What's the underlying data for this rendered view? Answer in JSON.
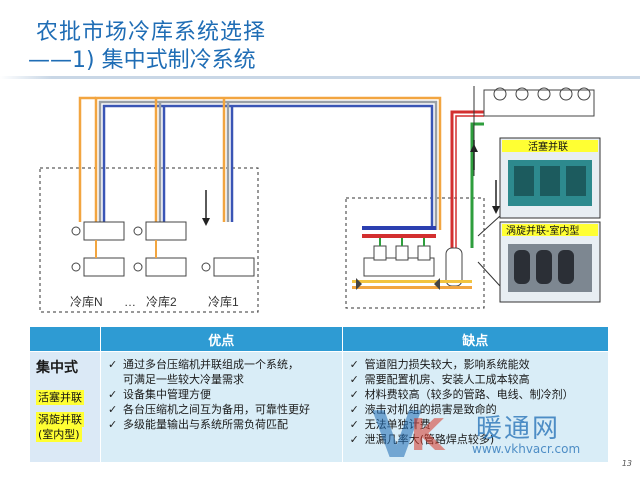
{
  "title": {
    "line1": "农批市场冷库系统选择",
    "line2": "——1) 集中式制冷系统"
  },
  "diagram": {
    "rooms": [
      "冷库N",
      "…",
      "冷库2",
      "冷库1"
    ],
    "photo_labels": [
      "活塞并联",
      "涡旋并联-室内型"
    ]
  },
  "table": {
    "headers": [
      "优点",
      "缺点"
    ],
    "row_label": "集中式",
    "row_tags": [
      "活塞并联",
      "涡旋并联",
      "(室内型)"
    ],
    "pros": [
      "通过多台压缩机并联组成一个系统，",
      "可满足一些较大冷量需求",
      "设备集中管理方便",
      "各台压缩机之间互为备用，可靠性更好",
      "多级能量输出与系统所需负荷匹配"
    ],
    "cons": [
      "管道阻力损失较大，影响系统能效",
      "需要配置机房、安装人工成本较高",
      "材料费较高（较多的管路、电线、制冷剂）",
      "液击对机组的损害是致命的",
      "无法单独计费",
      "泄漏几率大(管路焊点较多)"
    ]
  },
  "watermark": {
    "letter_v": "V",
    "letter_k": "K",
    "name": "暖通网",
    "url": "www.vkhvacr.com"
  },
  "page_number": "13"
}
